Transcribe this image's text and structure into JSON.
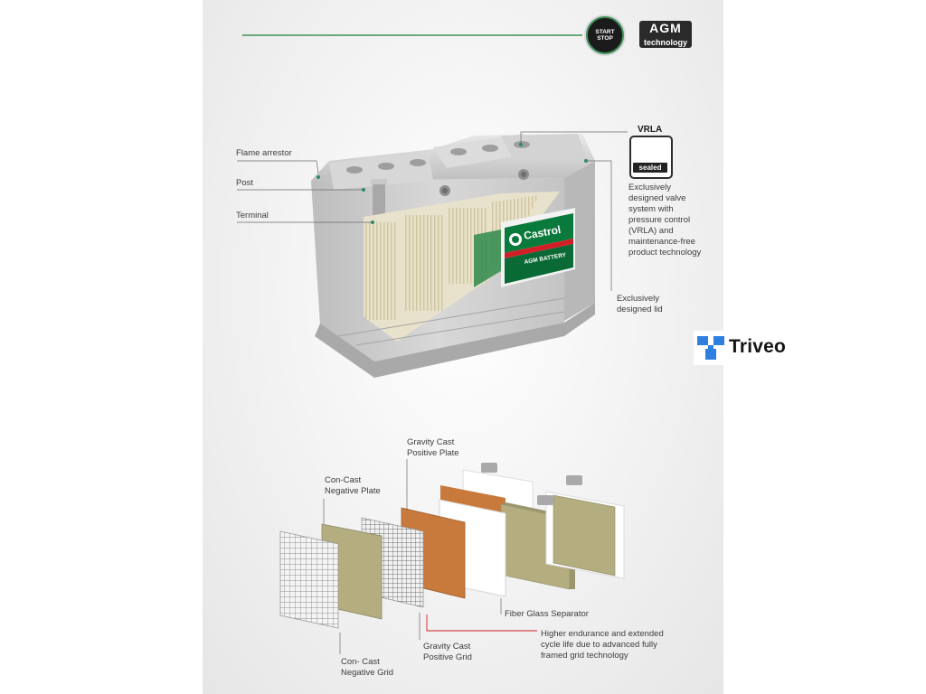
{
  "header": {
    "start_stop_line1": "START",
    "start_stop_line2": "STOP",
    "agm_title": "AGM",
    "agm_subtitle": "technology"
  },
  "vrla": {
    "title": "VRLA",
    "badge_text": "sealed",
    "description": "Exclusively designed valve system with pressure control (VRLA) and maintenance-free product technology"
  },
  "battery_labels": {
    "flame_arrestor": "Flame arrestor",
    "post": "Post",
    "terminal": "Terminal",
    "lid": "Exclusively designed lid"
  },
  "battery_branding": {
    "brand": "Castrol",
    "product": "AGM BATTERY"
  },
  "plate_labels": {
    "gravity_cast_positive_plate": "Gravity Cast Positive Plate",
    "con_cast_negative_plate": "Con-Cast Negative Plate",
    "fiber_glass_separator": "Fiber Glass Separator",
    "higher_endurance": "Higher endurance and extended cycle life due to advanced fully framed grid technology",
    "gravity_cast_positive_grid": "Gravity Cast Positive Grid",
    "con_cast_negative_grid": "Con- Cast Negative Grid"
  },
  "logo": {
    "name": "Triveo"
  },
  "colors": {
    "accent_green": "#3f8f5a",
    "castrol_green": "#0a7a3c",
    "castrol_red": "#d21f26",
    "plate_olive": "#b3ad7f",
    "plate_copper": "#c8793c",
    "logo_blue": "#2f7fe0"
  }
}
